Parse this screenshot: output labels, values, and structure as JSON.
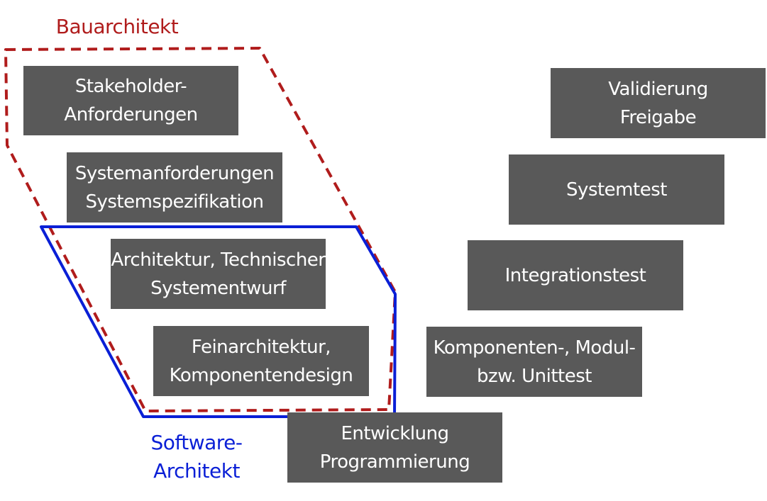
{
  "labels": {
    "bauarchitekt": "Bauarchitekt",
    "software_architekt_line1": "Software-",
    "software_architekt_line2": "Architekt"
  },
  "left_boxes": {
    "stakeholder": {
      "line1": "Stakeholder-",
      "line2": "Anforderungen"
    },
    "system": {
      "line1": "Systemanforderungen",
      "line2": "Systemspezifikation"
    },
    "architektur": {
      "line1": "Architektur, Technischer",
      "line2": "Systementwurf"
    },
    "fein": {
      "line1": "Feinarchitektur,",
      "line2": "Komponentendesign"
    }
  },
  "bottom_box": {
    "line1": "Entwicklung",
    "line2": "Programmierung"
  },
  "right_boxes": {
    "validierung": {
      "line1": "Validierung",
      "line2": "Freigabe"
    },
    "systemtest": {
      "line1": "Systemtest"
    },
    "integrationstest": {
      "line1": "Integrationstest"
    },
    "komponententest": {
      "line1": "Komponenten-, Modul-",
      "line2": "bzw. Unittest"
    }
  },
  "colors": {
    "box_fill": "#595959",
    "box_text": "#ffffff",
    "bauarchitekt": "#b01c1c",
    "software_architekt": "#0a1fd6"
  }
}
